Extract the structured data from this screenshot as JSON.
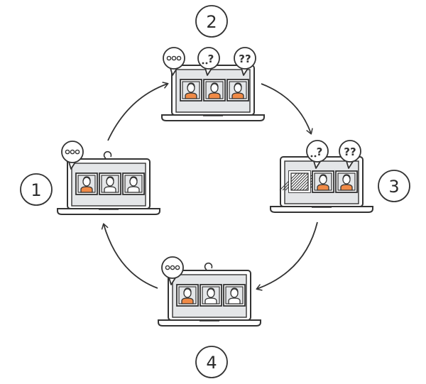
{
  "steps": [
    {
      "number": "1"
    },
    {
      "number": "2"
    },
    {
      "number": "3"
    },
    {
      "number": "4"
    }
  ],
  "icons": {
    "typing": "speech-bubble-typing-icon",
    "question": "speech-bubble-question-icon",
    "double_question": "speech-bubble-double-question-icon",
    "laptop": "laptop-icon",
    "person": "person-avatar-icon",
    "frozen_tile": "frozen-video-tile-icon",
    "arrow": "cycle-arrow-icon"
  },
  "bubble_text": {
    "question": "?",
    "double_question": "??"
  },
  "colors": {
    "stroke": "#333333",
    "screen": "#e4e6e8",
    "accent": "#f08a46"
  }
}
